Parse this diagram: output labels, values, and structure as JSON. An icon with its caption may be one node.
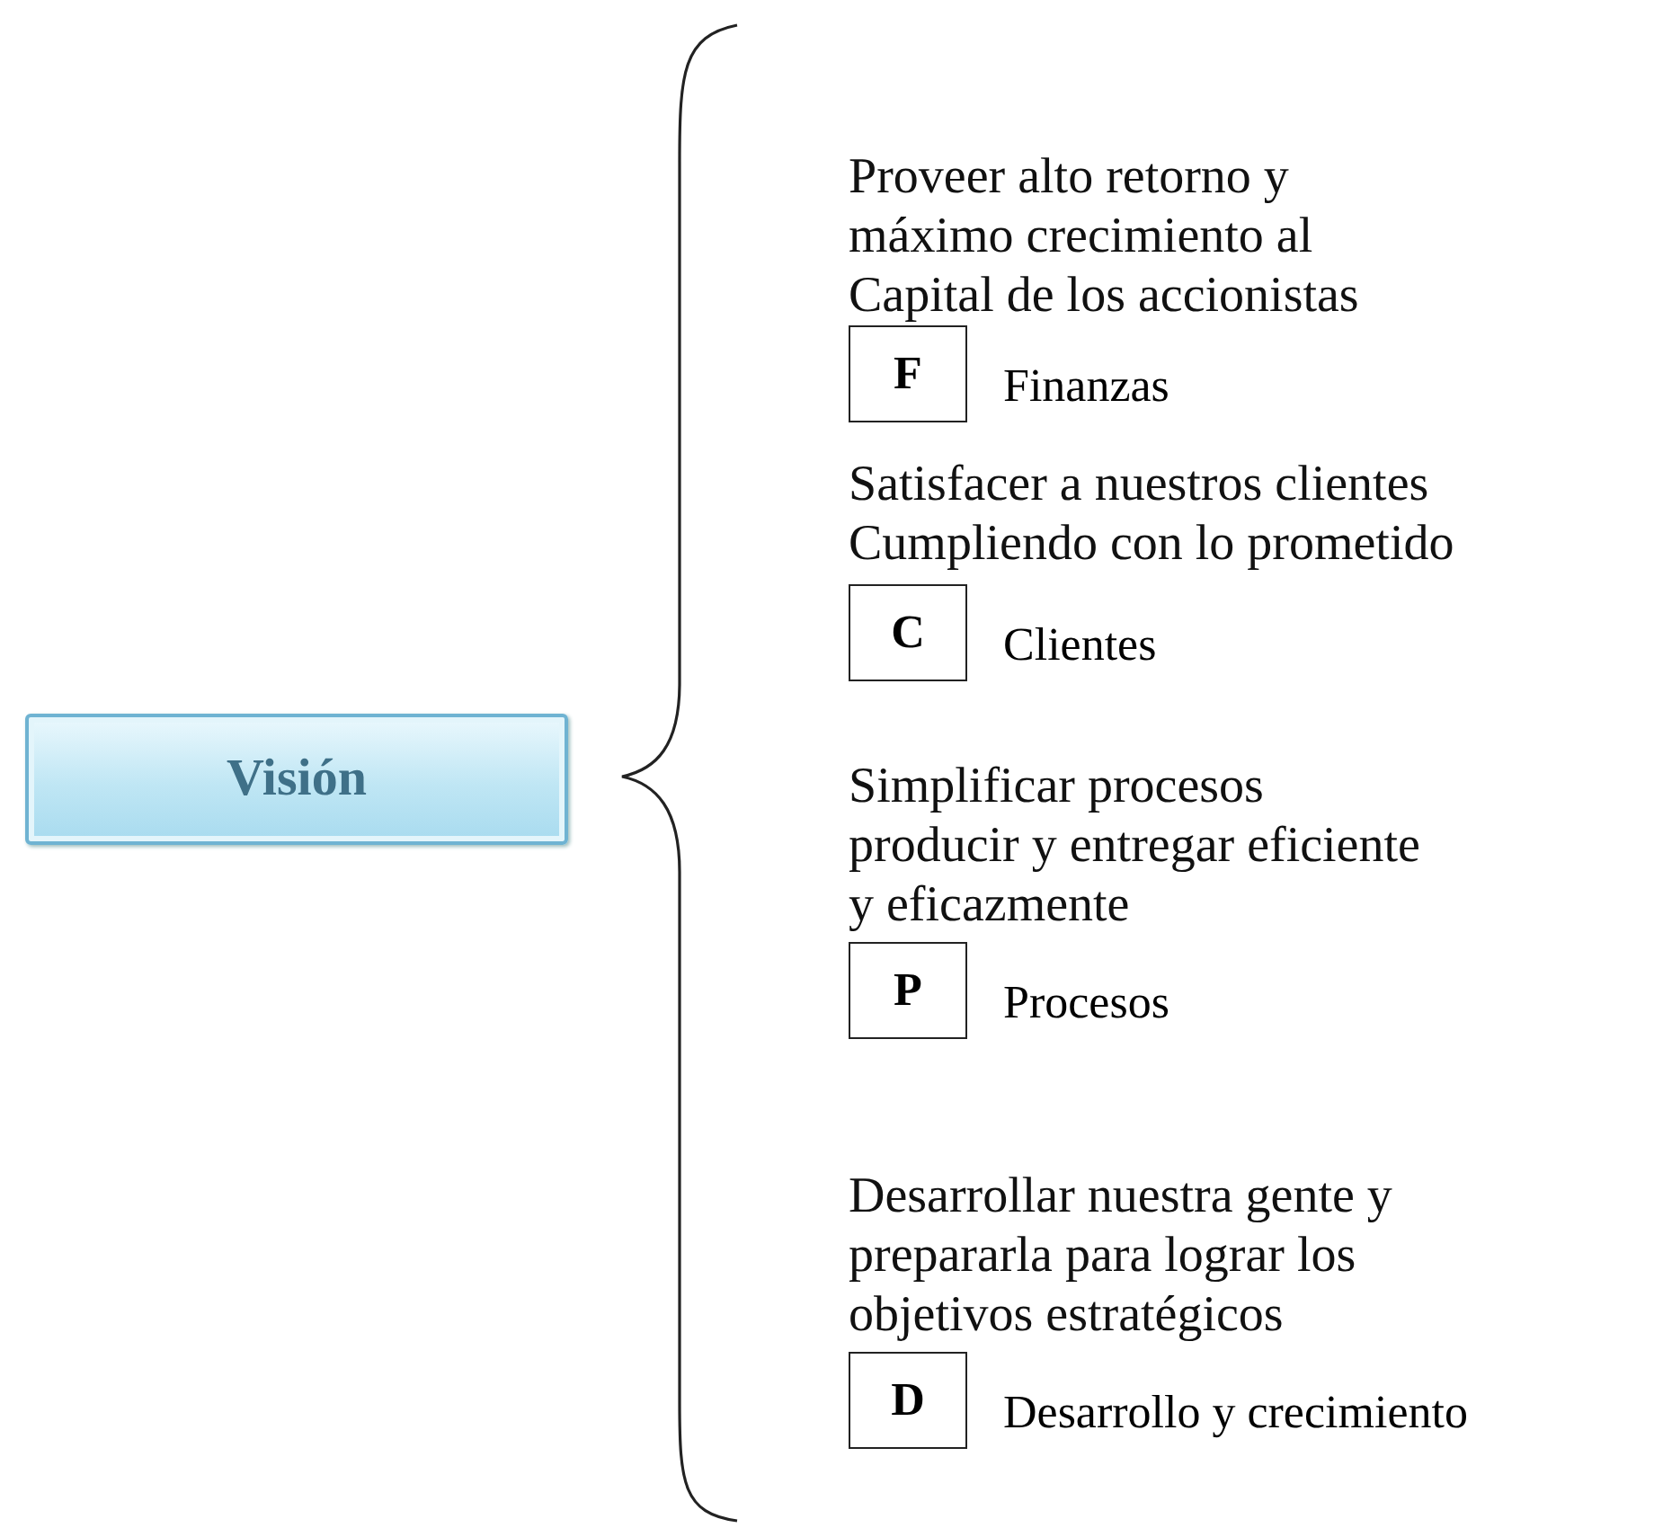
{
  "diagram": {
    "nodes": [
      {
        "text": [
          "Visión"
        ]
      },
      {
        "text": [
          "F"
        ],
        "beside": [
          "Finanzas"
        ]
      },
      {
        "text": [
          "C"
        ],
        "beside": [
          "Clientes"
        ]
      },
      {
        "text": [
          "P"
        ],
        "beside": [
          "Procesos"
        ]
      },
      {
        "text": [
          "D"
        ],
        "beside": [
          "Desarrollo y crecimiento"
        ]
      }
    ],
    "labels": [
      "Proveer alto retorno y máximo crecimiento al Capital de los accionistas",
      "Satisfacer a nuestros clientes Cumpliendo con lo prometido",
      "Simplificar procesos producir y entregar eficiente y eficazmente",
      "Desarrollar nuestra gente y prepararla para lograr los objetivos estratégicos"
    ]
  }
}
